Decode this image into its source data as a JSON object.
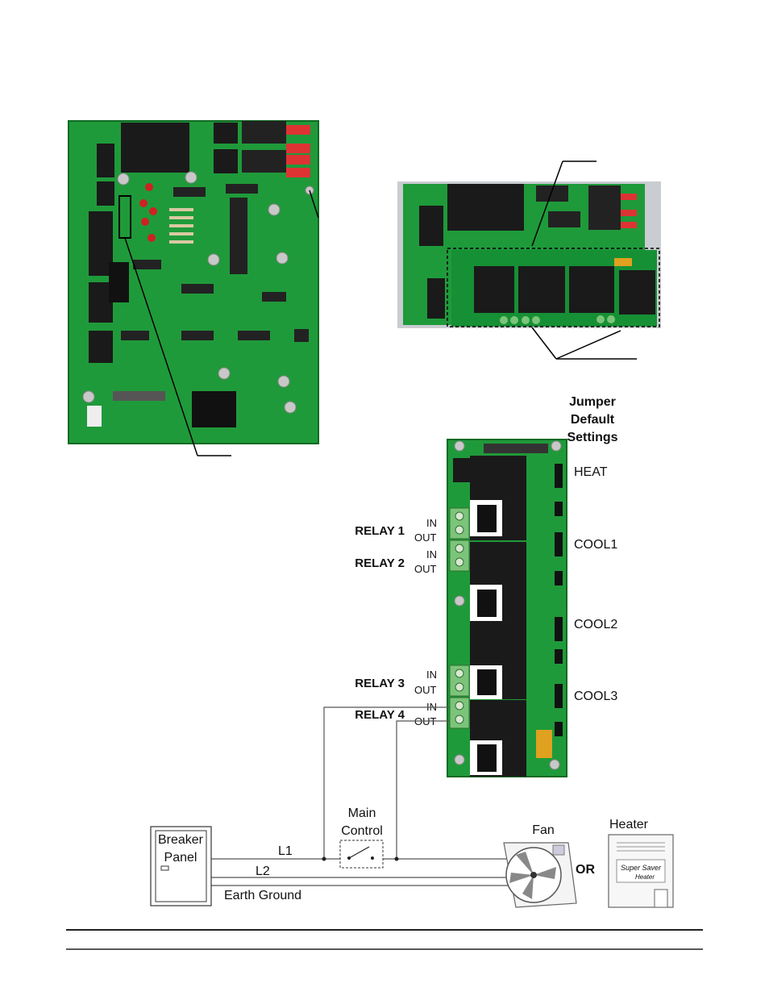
{
  "labels": {
    "jumper_heading": [
      "Jumper",
      "Default",
      "Settings"
    ],
    "jumper_settings": [
      "HEAT",
      "COOL1",
      "COOL2",
      "COOL3"
    ],
    "relays": [
      {
        "name": "RELAY 1",
        "in": "IN",
        "out": "OUT"
      },
      {
        "name": "RELAY 2",
        "in": "IN",
        "out": "OUT"
      },
      {
        "name": "RELAY 3",
        "in": "IN",
        "out": "OUT"
      },
      {
        "name": "RELAY 4",
        "in": "IN",
        "out": "OUT"
      }
    ],
    "breaker_panel": [
      "Breaker",
      "Panel"
    ],
    "main_control": [
      "Main",
      "Control"
    ],
    "l1": "L1",
    "l2": "L2",
    "earth_ground": "Earth Ground",
    "fan": "Fan",
    "or": "OR",
    "heater": "Heater",
    "heater_brand": [
      "Super Saver",
      "Heater"
    ]
  },
  "colors": {
    "pcb_green": "#1f9a3a",
    "pcb_dark": "#0e6a22",
    "relay_black": "#1a1a1a",
    "terminal_green": "#7cc47a",
    "wire": "#555555",
    "enclosure": "#c9ccd0"
  }
}
